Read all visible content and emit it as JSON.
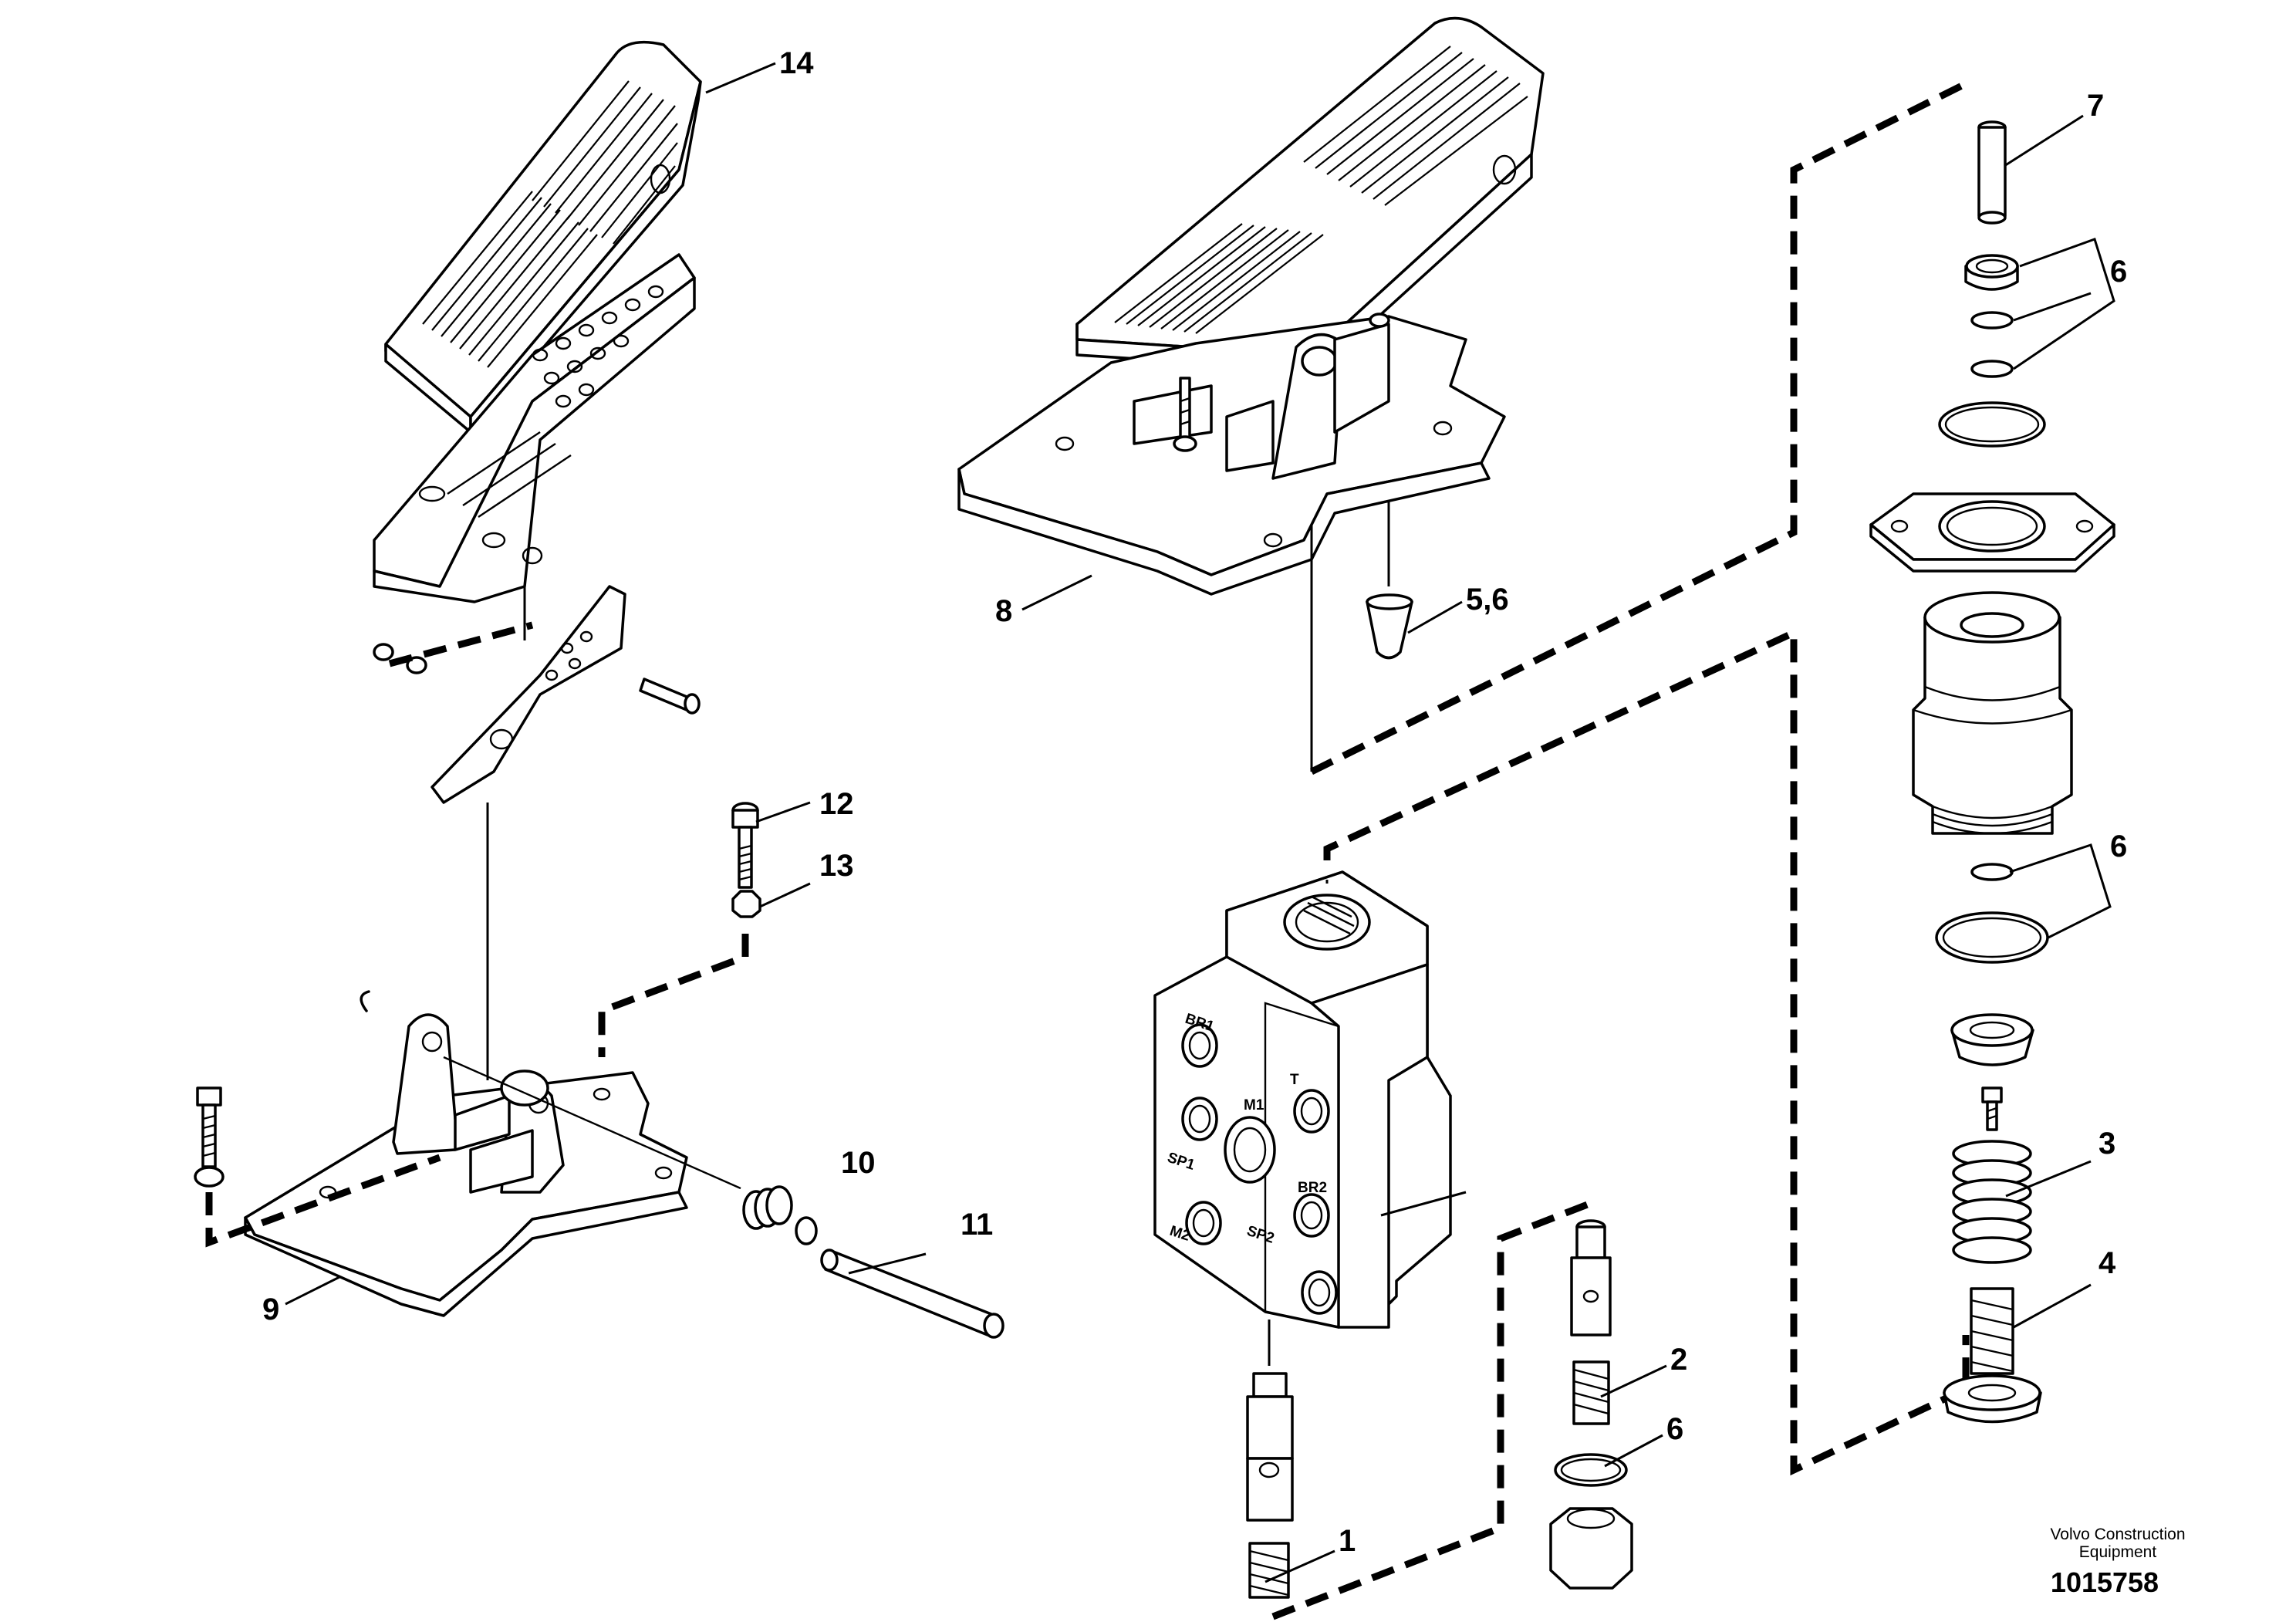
{
  "callouts": {
    "c1": "1",
    "c2": "2",
    "c3": "3",
    "c4": "4",
    "c5_6": "5,6",
    "c6a": "6",
    "c6b": "6",
    "c6c": "6",
    "c7": "7",
    "c8": "8",
    "c9": "9",
    "c10": "10",
    "c11": "11",
    "c12": "12",
    "c13": "13",
    "c14": "14"
  },
  "ports": {
    "br1": "BR1",
    "t": "T",
    "m1": "M1",
    "sp1": "SP1",
    "br2": "BR2",
    "m2": "M2",
    "sp2": "SP2"
  },
  "footer": {
    "brand_line1": "Volvo Construction",
    "brand_line2": "Equipment",
    "doc_number": "1015758"
  }
}
